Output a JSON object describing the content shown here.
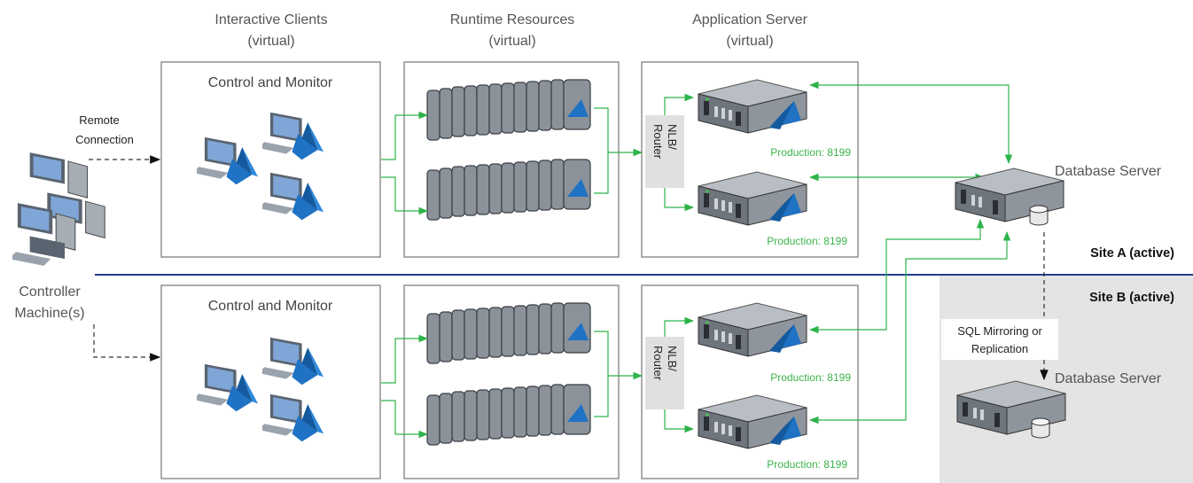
{
  "columns": {
    "clients": {
      "line1": "Interactive Clients",
      "line2": "(virtual)"
    },
    "runtime": {
      "line1": "Runtime Resources",
      "line2": "(virtual)"
    },
    "appserver": {
      "line1": "Application Server",
      "line2": "(virtual)"
    }
  },
  "remote_connection": {
    "line1": "Remote",
    "line2": "Connection"
  },
  "controller": {
    "line1": "Controller",
    "line2": "Machine(s)"
  },
  "control_monitor": "Control and Monitor",
  "router": {
    "line1": "NLB/",
    "line2": "Router"
  },
  "production": "Production: 8199",
  "database_server": "Database Server",
  "site_a": "Site A (active)",
  "site_b": "Site B (active)",
  "sql": {
    "line1": "SQL Mirroring or",
    "line2": "Replication"
  },
  "icons": {
    "controller": "desktop-computers-icon",
    "client": "virtual-client-workstation-icon",
    "runtime": "blade-server-rack-icon",
    "appserver": "rack-server-icon",
    "database": "database-server-icon"
  },
  "colors": {
    "connection_green": "#2db34a",
    "production_text": "#3cb44b",
    "site_divider": "#1f3f8f",
    "site_b_shade": "#e4e4e4",
    "azure_blue": "#1f72c4"
  }
}
